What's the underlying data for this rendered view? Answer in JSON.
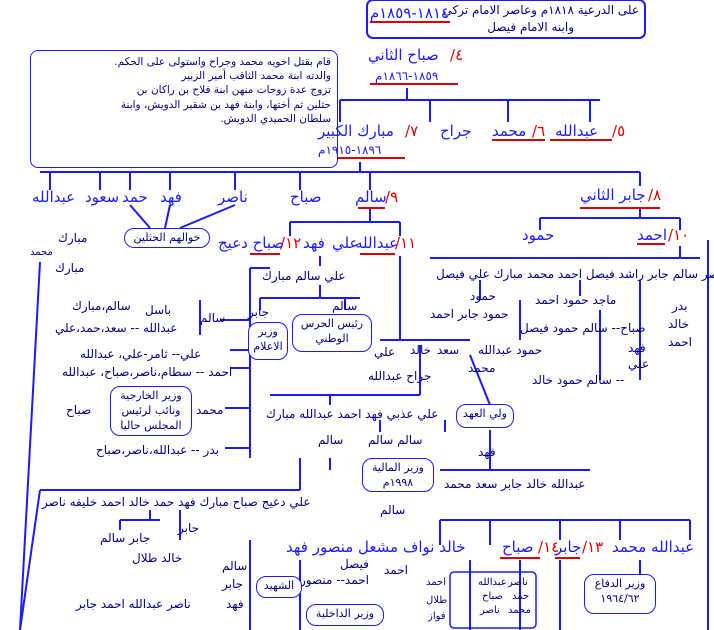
{
  "top": {
    "note_top_lines": [
      "على الدرعية ١٨١٨م وعاصر الامام تركي",
      "وابنه الامام فيصل"
    ],
    "dates_top": "١٨١٤-١٨٥٩م"
  },
  "left_note": {
    "lines": [
      "قام بقتل اخويه محمد وجراح واستولى على الحكم.",
      "والدته ابنة محمد الثاقب أمير الزبير",
      "تزوج عدة زوجات منهن ابنة فلاح بن راكان بن",
      "حثلين ثم أختها، وابنة فهد بن شقير الدويش، وابنة",
      "سلطان الحميدي الدويش."
    ]
  },
  "gen4": {
    "num": "٤/",
    "name": "صباح الثاني",
    "dates": "١٨٥٩-١٨٦٦م"
  },
  "gen4_children": {
    "abdullah": "عبدالله",
    "abdullah_num": "٥/",
    "mohammad": "محمد",
    "mohammad_num": "٦/",
    "jarrah": "جراح",
    "mubarak": "مبارك الكبير",
    "mubarak_num": "٧/",
    "mubarak_dates": "١٨٩٦-١٩١٥م"
  },
  "mubarak_children": {
    "jaber": "جابر الثاني",
    "jaber_num": "٨/",
    "salem": "سالم",
    "salem_num": "٩/",
    "sabah": "صباح",
    "nasser": "ناصر",
    "fahad": "فهد",
    "hamad": "حمد",
    "saud": "سعود",
    "abdullah": "عبدالله",
    "akhwal_box": "خوالهم الحثلين",
    "abdullah_kids": [
      "مبارك",
      "محمد",
      "مبارك"
    ]
  },
  "jaber_line": {
    "ahmad": "احمد",
    "ahmad_num": "١٠/",
    "hamoud": "حمود",
    "ahmad_kids_row": "ناصر  سالم  جابر  راشد فيصل احمد محمد مبارك علي فيصل",
    "hamoud_sub": "حمود",
    "hamoud_jaber_ahmad": "حمود جابر احمد",
    "majed": "ماجد حمود احمد",
    "sabah_salem": "صباح-- سالم حمود فيصل",
    "fahad1": "فهد",
    "ali1": "علي",
    "salem_hamoud_khaled": "-- سالم حمود خالد",
    "badr": "بدر",
    "khaled": "خالد",
    "ahmad2": "احمد",
    "hamoud_abdullah": "حمود عبدالله",
    "mohammad2": "محمد"
  },
  "salem_line": {
    "abdullah": "عبدالله",
    "abdullah_num": "١١/",
    "ali": "علي",
    "fahad": "فهد",
    "sabah_dueij": "صباح دعيج",
    "sabah_num": "١٢/",
    "ali_salem_mubarak": "علي سالم مبارك",
    "salem": "سالم",
    "jaber": "جابر",
    "box_haras": "رئيس الحرس الوطني",
    "box_ilam": "وزير الاعلام",
    "ali2": "علي",
    "khaled": "خالد",
    "saad": "سعد",
    "jarrah_abdullah": "جراح عبدالله",
    "box_crown": "ولي العهد",
    "sons_row": "علي عذبي فهد احمد عبدالله مبارك",
    "salem2": "سالم",
    "salem_salem": "سالم سالم",
    "box_finance": "وزير المالية ١٩٩٨م",
    "fahad2": "فهد",
    "abdullah_row": "عبدالله خالد جابر سعد محمد"
  },
  "left_block": {
    "salem": "سالم",
    "salem_mubarak": "سالم،مبارك",
    "basel": "باسل",
    "abdullah_row": "عبدالله -- سعد،حمد،علي",
    "ali_row": "علي-- ثامر-علي، عبدالله",
    "ahmad_row": "احمد -- سطام،ناصر،صباح، عبدالله",
    "mohammad": "محمد",
    "box_foreign": "وزير الخارجية ونائب لرئيس المجلس حاليا",
    "sabah": "صباح",
    "badr_row": "بدر -- عبدالله،ناصر،صباح"
  },
  "bottom": {
    "dueij_row": "علي دعيج صباح مبارك فهد حمد خالد احمد خليفه ناصر",
    "jaber_salem": "جابر سالم",
    "jaber": "جابر",
    "khaled_talal": "خالد طلال",
    "salem": "سالم",
    "right_row": "عبدالله محمد",
    "jaber_num": "١٣/",
    "sabah_num": "١٤/",
    "jaber_name": "جابر",
    "sabah_name": "صباح",
    "sons_row": "خالد  نواف  مشعل منصور  فهد",
    "faisal": "فيصل",
    "ahmad": "احمد",
    "ahmad_mansour": "احمد-- منصور",
    "salem2": "سالم",
    "jaber2": "جابر",
    "fahad": "فهد",
    "box_martyr": "الشهيد",
    "box_interior": "وزير الداخلية",
    "nasser_row": "ناصر عبدالله احمد جابر",
    "kids_a": [
      "ناصر",
      "حمد",
      "محمد"
    ],
    "kids_b": [
      "عبدالله",
      "صباح",
      "ناصر"
    ],
    "kids_c": [
      "احمد",
      "طلال",
      "فواز"
    ],
    "box_defense": "وزير الدفاع ١٩٦٤/٦٢"
  }
}
